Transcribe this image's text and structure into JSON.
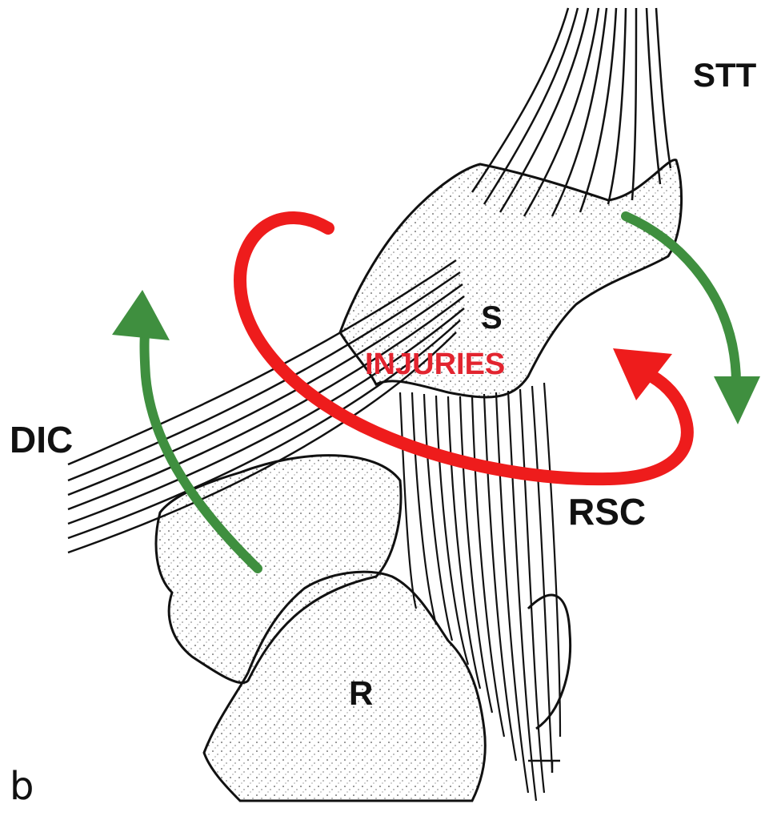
{
  "figure": {
    "panel_letter": "b"
  },
  "labels": {
    "stt": "STT",
    "dic": "DIC",
    "rsc": "RSC",
    "scaphoid": "S",
    "radius": "R",
    "injuries": "INJURIES"
  },
  "colors": {
    "injury_arrow": "#ee1c1c",
    "motion_arrow": "#3f8f3f",
    "line_art": "#111111",
    "background": "#ffffff"
  }
}
